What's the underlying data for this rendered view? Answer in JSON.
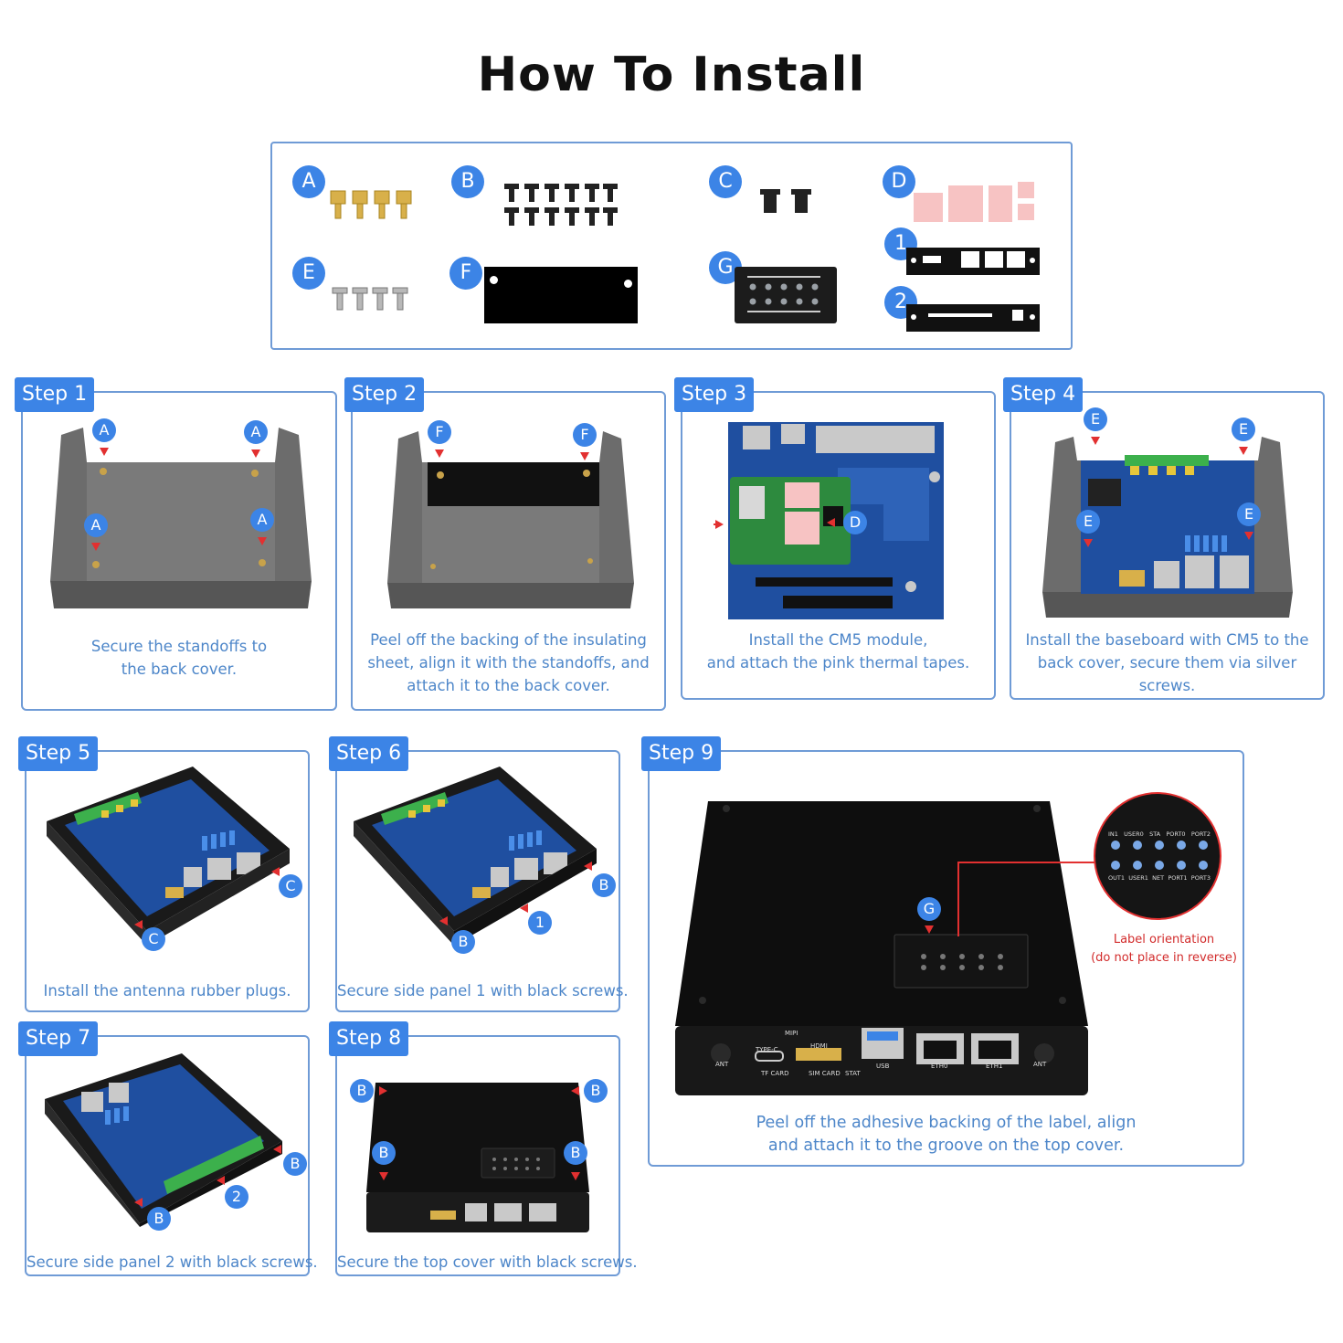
{
  "title": "How To Install",
  "parts": {
    "a": "A",
    "b": "B",
    "c": "C",
    "d": "D",
    "e": "E",
    "f": "F",
    "g": "G",
    "one": "1",
    "two": "2"
  },
  "steps": [
    {
      "tag": "Step 1",
      "caption": [
        "Secure the standoffs to",
        "the back cover."
      ]
    },
    {
      "tag": "Step 2",
      "caption": [
        "Peel off the backing of the insulating",
        "sheet, align it with the standoffs, and",
        "attach it to the back cover."
      ]
    },
    {
      "tag": "Step 3",
      "caption": [
        "Install the CM5 module,",
        "and attach the pink thermal tapes."
      ]
    },
    {
      "tag": "Step 4",
      "caption": [
        "Install the baseboard with CM5 to the",
        "back cover, secure them via silver",
        "screws."
      ]
    },
    {
      "tag": "Step 5",
      "caption": [
        "Install the antenna rubber plugs."
      ]
    },
    {
      "tag": "Step 6",
      "caption": [
        "Secure side panel 1 with black screws."
      ]
    },
    {
      "tag": "Step 7",
      "caption": [
        "Secure side panel 2 with black screws."
      ]
    },
    {
      "tag": "Step 8",
      "caption": [
        "Secure the top cover with black screws."
      ]
    },
    {
      "tag": "Step 9",
      "caption": [
        "Peel off the adhesive backing of the label, align",
        "and attach it to the groove on the top cover."
      ]
    }
  ],
  "label_note": {
    "line1": "Label orientation",
    "line2": "(do not place in reverse)"
  },
  "label_text": {
    "top": [
      "IN1",
      "USER0",
      "STA",
      "PORT0",
      "PORT2"
    ],
    "bottom": [
      "OUT1",
      "USER1",
      "NET",
      "PORT1",
      "PORT3"
    ]
  },
  "port_labels": [
    "ANT",
    "TYPE-C",
    "TF CARD",
    "HDMI",
    "SIM CARD",
    "STAT",
    "USB",
    "ETH0",
    "ETH1",
    "ANT",
    "MIPI"
  ],
  "colors": {
    "accent": "#3c84e6",
    "border": "#6f9bd6",
    "caption": "#4d86c9",
    "arrow": "#e23030",
    "pink": "#f7c3c3"
  }
}
